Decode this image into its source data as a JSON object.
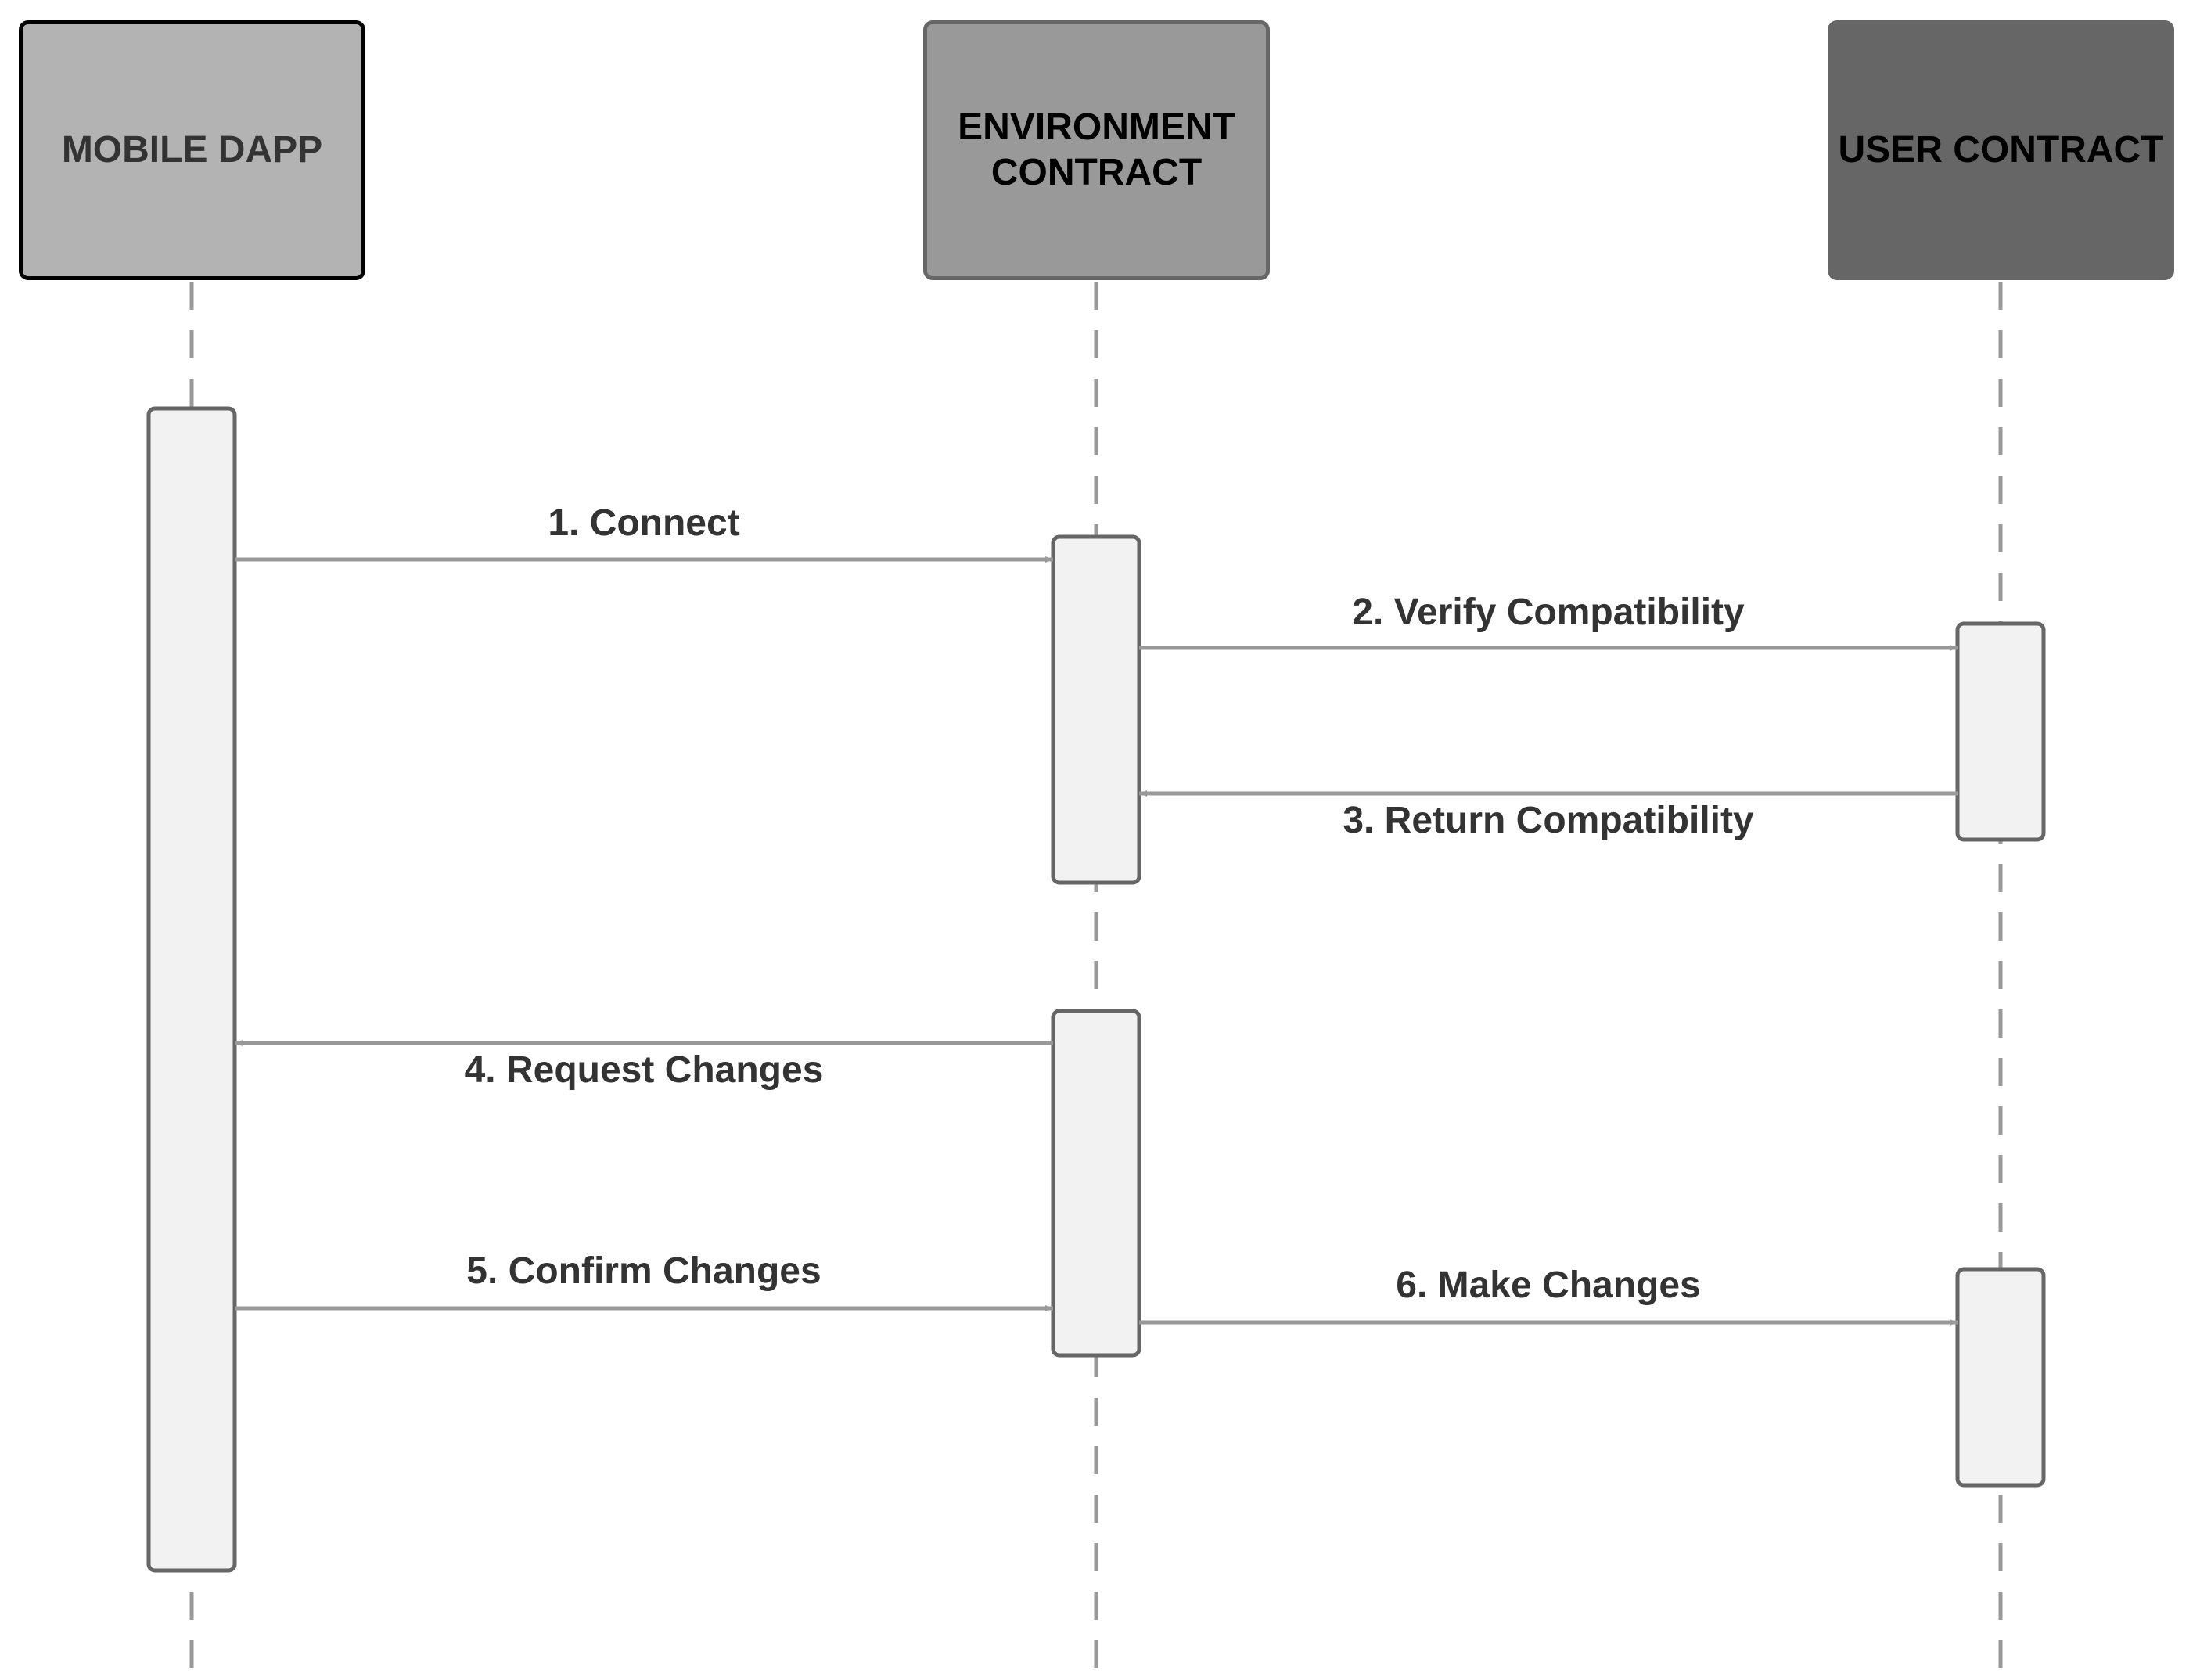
{
  "participants": [
    {
      "id": "mobile",
      "label": "MOBILE DAPP",
      "fill": "#b3b3b3",
      "stroke": "#000000",
      "text_color": "#333333"
    },
    {
      "id": "environment",
      "label": "ENVIRONMENT\nCONTRACT",
      "fill": "#999999",
      "stroke": "#666666",
      "text_color": "#000000"
    },
    {
      "id": "user",
      "label": "USER CONTRACT",
      "fill": "#666666",
      "stroke": "#666666",
      "text_color": "#000000"
    }
  ],
  "messages": [
    {
      "id": "connect",
      "label": "1. Connect",
      "from": "mobile",
      "to": "environment"
    },
    {
      "id": "verify",
      "label": "2. Verify Compatibility",
      "from": "environment",
      "to": "user"
    },
    {
      "id": "return",
      "label": "3. Return Compatibility",
      "from": "user",
      "to": "environment"
    },
    {
      "id": "request",
      "label": "4. Request Changes",
      "from": "environment",
      "to": "mobile"
    },
    {
      "id": "confirm",
      "label": "5. Confirm Changes",
      "from": "mobile",
      "to": "environment"
    },
    {
      "id": "make",
      "label": "6. Make Changes",
      "from": "environment",
      "to": "user"
    }
  ],
  "colors": {
    "lifeline": "#999999",
    "arrow": "#999999",
    "activation_fill": "#f2f2f2",
    "activation_stroke": "#666666",
    "label_text": "#333333"
  }
}
